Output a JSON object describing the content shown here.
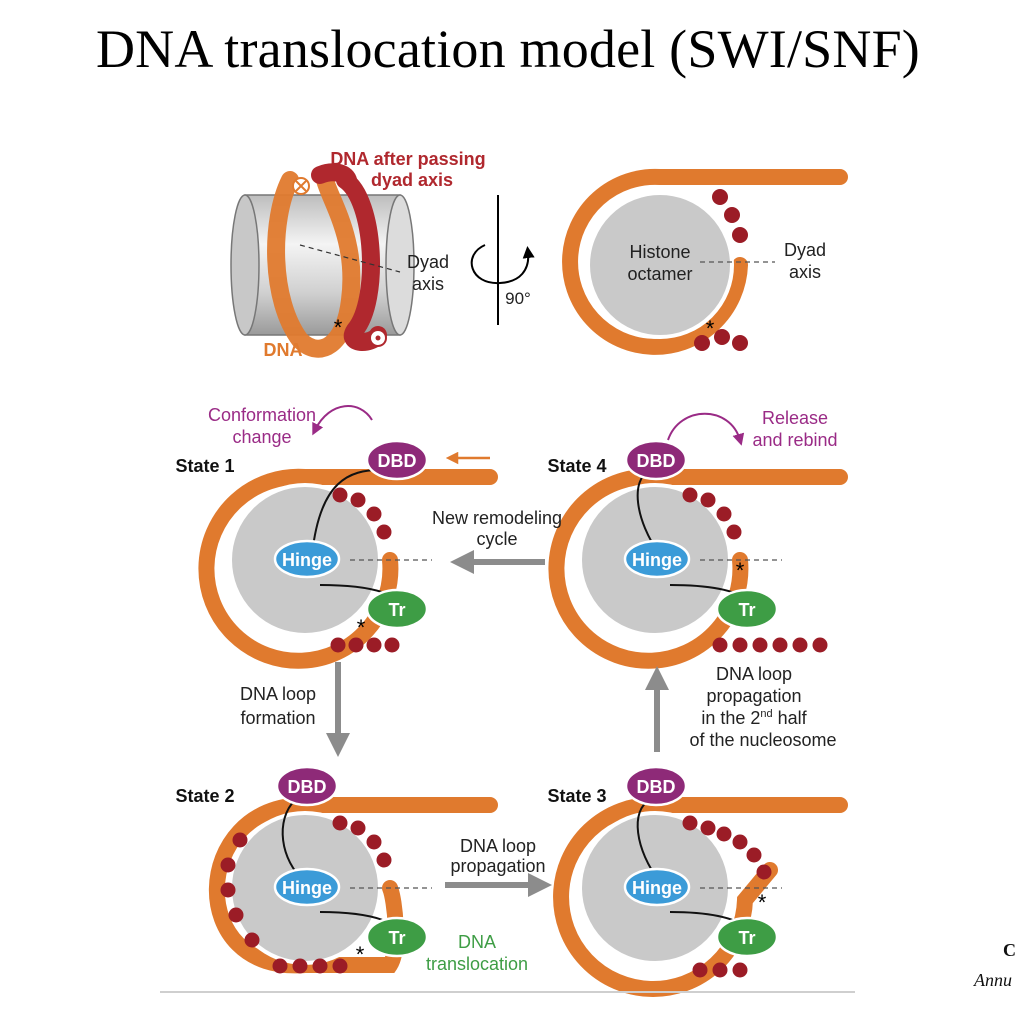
{
  "title": "DNA translocation model (SWI/SNF)",
  "top_left": {
    "dna_after_label_1": "DNA after passing",
    "dna_after_label_2": "dyad axis",
    "dyad_label_1": "Dyad",
    "dyad_label_2": "axis",
    "dna_label": "DNA",
    "rotation_label": "90°"
  },
  "top_right": {
    "octamer_label_1": "Histone",
    "octamer_label_2": "octamer",
    "dyad_label_1": "Dyad",
    "dyad_label_2": "axis"
  },
  "states": {
    "state1": "State 1",
    "state2": "State 2",
    "state3": "State 3",
    "state4": "State 4"
  },
  "domains": {
    "dbd": "DBD",
    "hinge": "Hinge",
    "tr": "Tr"
  },
  "annotations": {
    "conformation_1": "Conformation",
    "conformation_2": "change",
    "release_1": "Release",
    "release_2": "and rebind",
    "new_cycle_1": "New remodeling",
    "new_cycle_2": "cycle",
    "loop_formation_1": "DNA loop",
    "loop_formation_2": "formation",
    "loop_prop_2nd_1": "DNA loop",
    "loop_prop_2nd_2": "propagation",
    "loop_prop_2nd_3": "in the 2",
    "loop_prop_2nd_sup": "nd",
    "loop_prop_2nd_4": " half",
    "loop_prop_2nd_5": "of the nucleosome",
    "loop_prop_1": "DNA loop",
    "loop_prop_2": "propagation",
    "translocation_1": "DNA",
    "translocation_2": "translocation",
    "asterisk": "*"
  },
  "colors": {
    "dna_orange": "#E07A2E",
    "dna_red": "#B0282E",
    "dot_red": "#9B1C26",
    "dbd_purple": "#8E2A78",
    "hinge_blue": "#3B9BD8",
    "tr_green": "#3E9D45",
    "octamer_gray": "#C9C9C9",
    "arrow_gray": "#8C8C8C",
    "anno_purple": "#9A2B86",
    "anno_green": "#3E9D45"
  },
  "citation": {
    "line1": "C",
    "line2": "Annu"
  }
}
